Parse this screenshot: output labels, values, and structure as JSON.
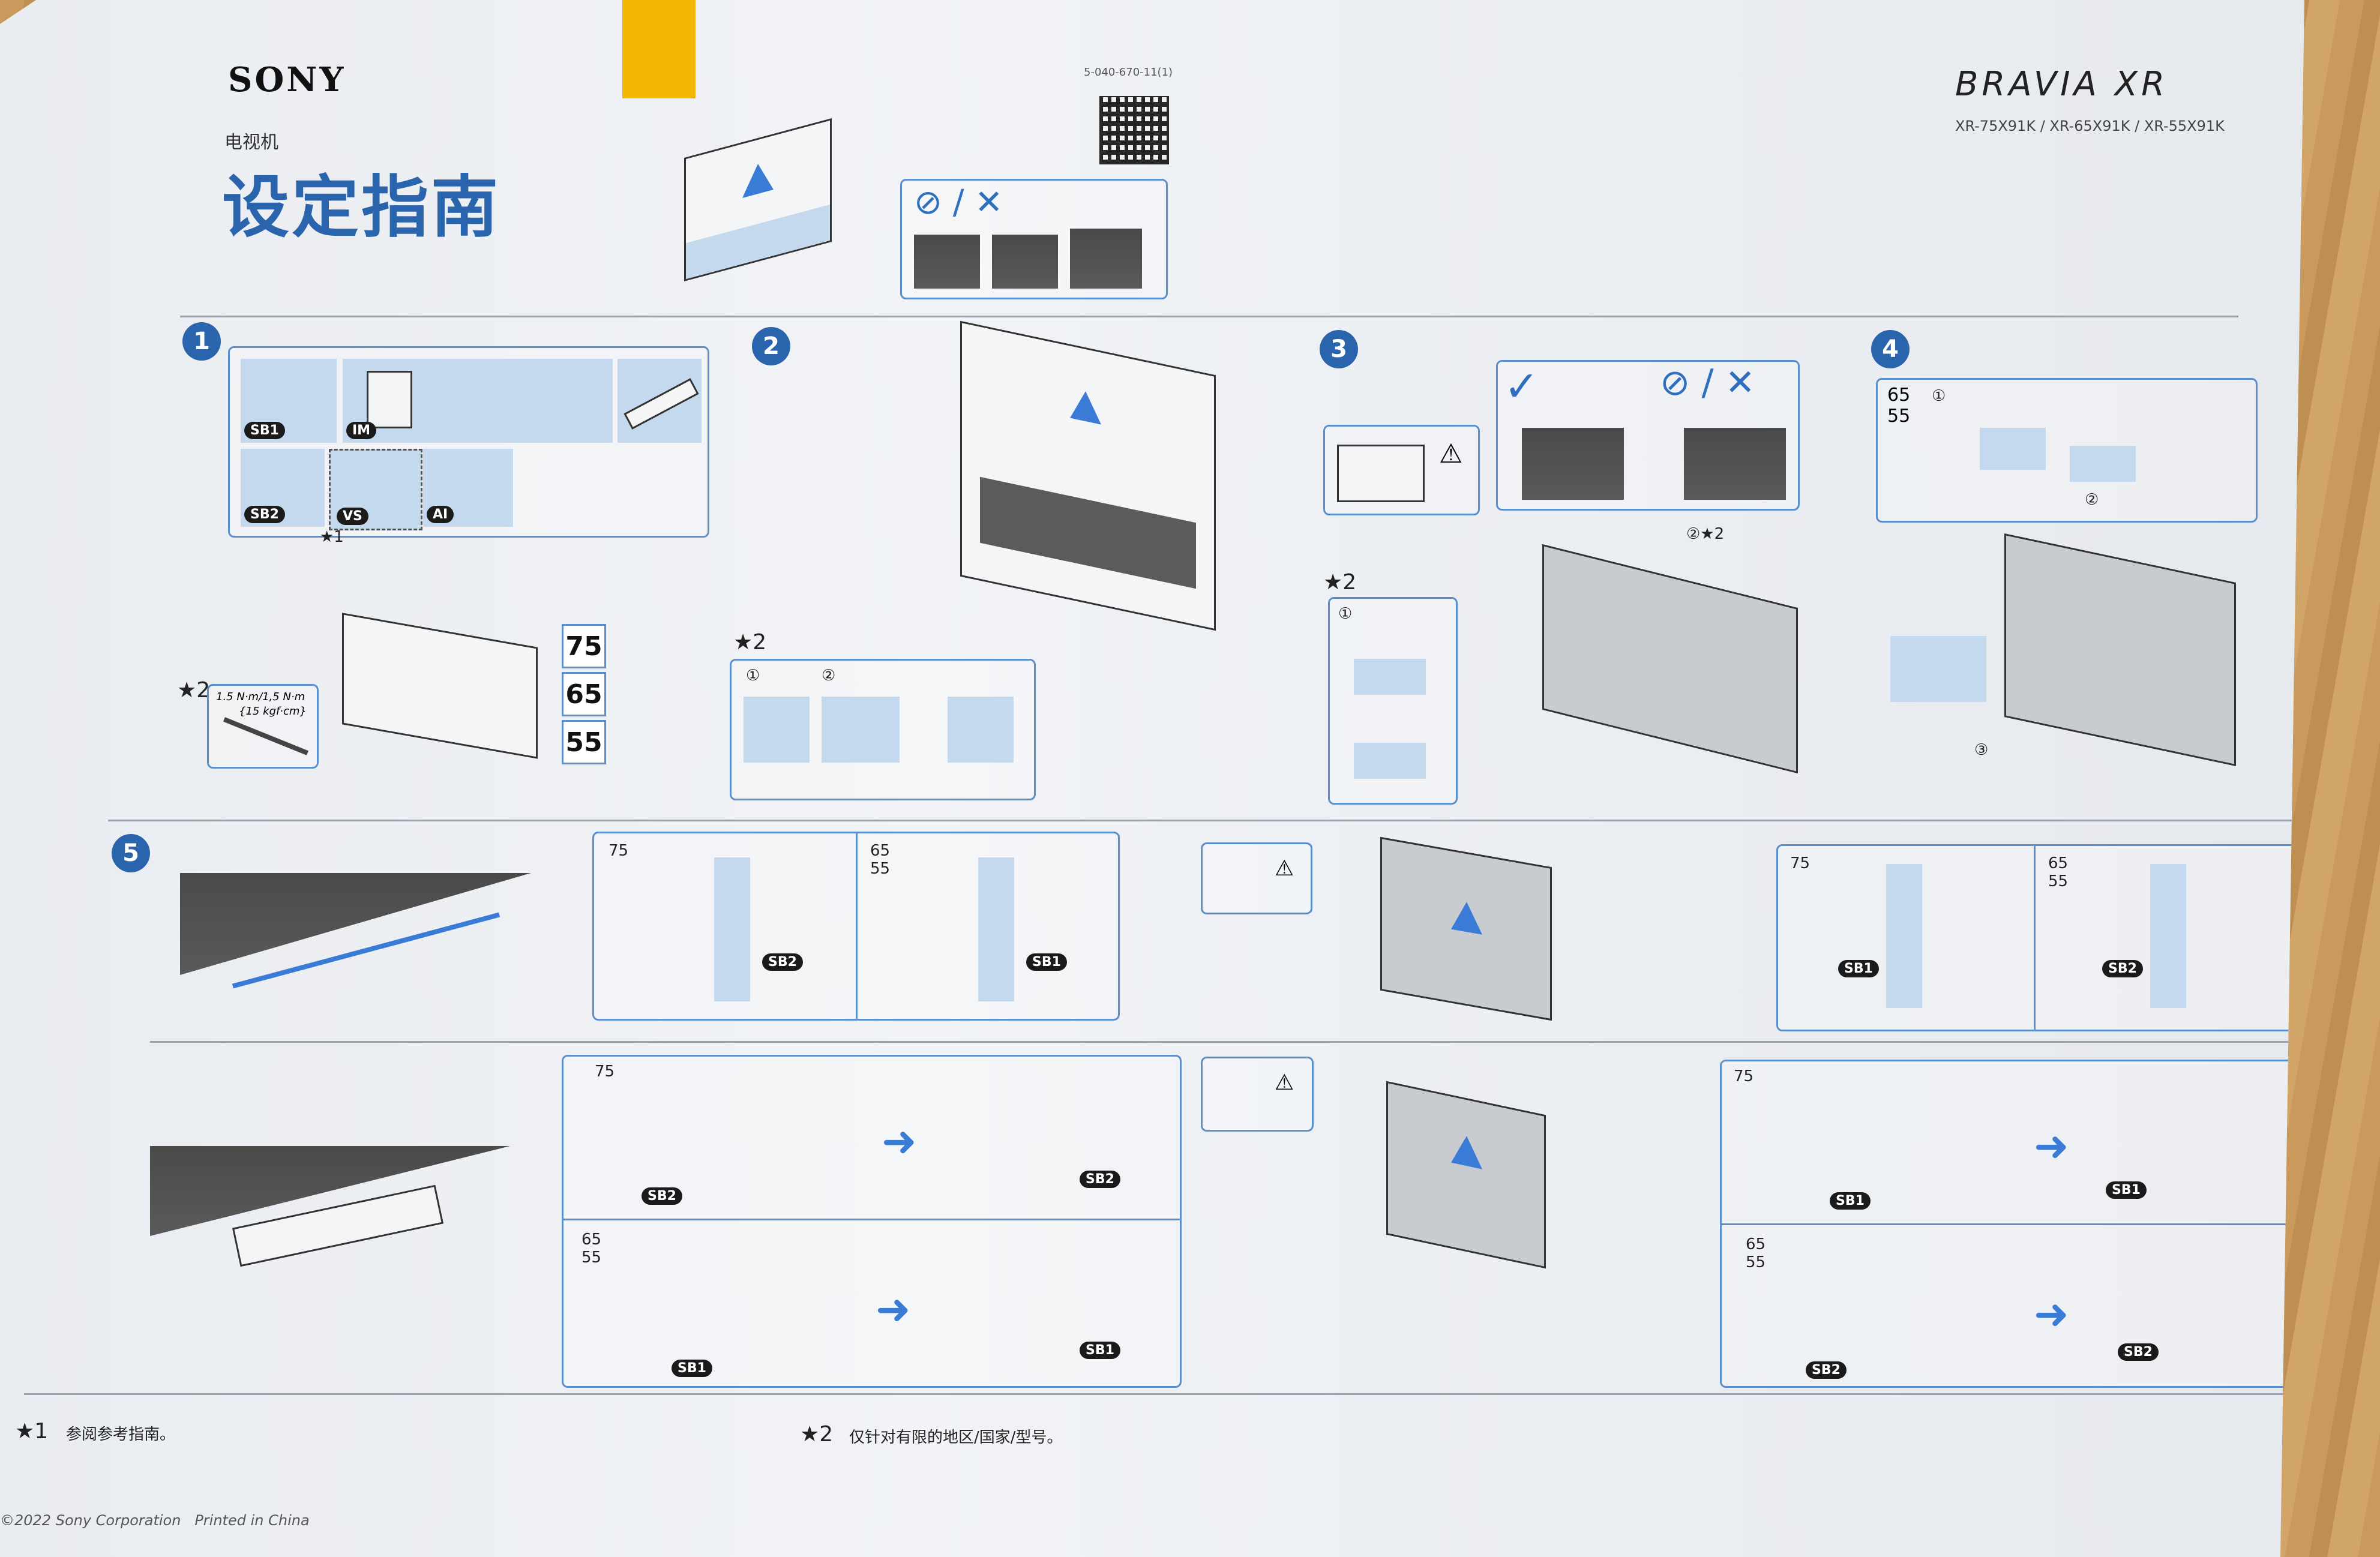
{
  "header": {
    "brand": "SONY",
    "subtitle": "电视机",
    "title": "设定指南",
    "doc_code": "5-040-670-11(1)",
    "product_line": "BRAVIA XR",
    "models": "XR-75X91K / XR-65X91K / XR-55X91K",
    "warning_symbols": "⊘ / ✕"
  },
  "steps": {
    "step1": {
      "number": "1",
      "parts": [
        {
          "label": "SB1"
        },
        {
          "label": "IM"
        },
        {
          "label": "SB2"
        },
        {
          "label": "VS"
        },
        {
          "label": "AI"
        }
      ],
      "vs_note": "★1",
      "sizes": [
        "75",
        "65",
        "55"
      ],
      "torque_note_marker": "★2",
      "torque_line1": "1.5 N·m/1,5 N·m",
      "torque_line2": "{15 kgf·cm}"
    },
    "step2": {
      "number": "2",
      "note_marker": "★2",
      "sub_steps": [
        "①",
        "②"
      ]
    },
    "step3": {
      "number": "3",
      "note_marker": "★2",
      "sub_steps": [
        "①",
        "②★2"
      ],
      "check": "✓",
      "prohibit": "⊘ / ✕"
    },
    "step4": {
      "number": "4",
      "sizes": "65\n55",
      "sub_steps": [
        "①",
        "②",
        "③"
      ]
    },
    "step5": {
      "number": "5",
      "row1": {
        "left_a": {
          "size": "75",
          "badge": "SB2"
        },
        "left_b": {
          "size": "65 55",
          "badge": "SB1"
        },
        "right_a": {
          "size": "75",
          "badge": "SB1"
        },
        "right_b": {
          "size": "65 55",
          "badge": "SB2"
        }
      },
      "row2": {
        "left_top": {
          "size": "75",
          "badge1": "SB2",
          "badge2": "SB2"
        },
        "left_bottom": {
          "size": "65 55",
          "badge1": "SB1",
          "badge2": "SB1"
        },
        "right_top": {
          "size": "75",
          "badge1": "SB1",
          "badge2": "SB1"
        },
        "right_bottom": {
          "size": "65 55",
          "badge1": "SB2",
          "badge2": "SB2"
        }
      }
    }
  },
  "footer": {
    "note1_marker": "★1",
    "note1": "参阅参考指南。",
    "note2_marker": "★2",
    "note2": "仅针对有限的地区/国家/型号。",
    "copyright": "©2022 Sony Corporation   Printed in China"
  },
  "colors": {
    "accent": "#2a64ad",
    "panel": "#c5d9ee",
    "tab": "#f2b705"
  }
}
